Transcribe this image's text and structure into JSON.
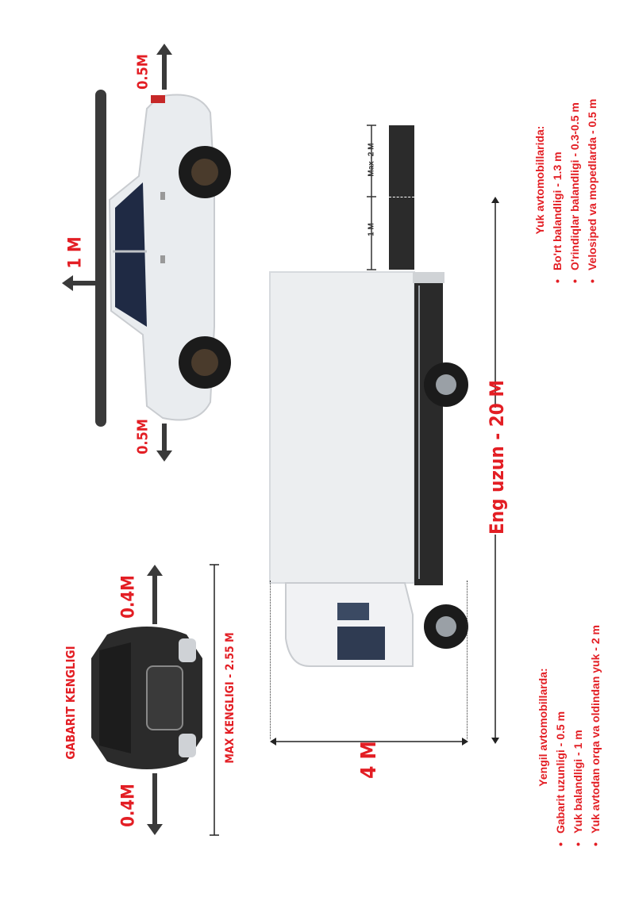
{
  "side_car": {
    "label_top": "0.5M",
    "label_bottom": "0.5M",
    "label_side": "1 M"
  },
  "front_car": {
    "label_title": "GABARIT KENGLIGI",
    "label_left": "0.4M",
    "label_right": "0.4M",
    "label_max": "MAX KENGLIGI - 2.55 M"
  },
  "truck": {
    "label_height": "4 M",
    "label_length": "Eng uzun - 20 M",
    "label_overhang": "1 M",
    "label_max_overhang": "Max -2 M"
  },
  "cars_info": {
    "title": "Yengil avtomobillarda:",
    "items": [
      "Gabarit uzunligi - 0.5 m",
      "Yuk balandligi - 1 m",
      "Yuk avtodan orqa va oldindan yuk - 2 m"
    ]
  },
  "trucks_info": {
    "title": "Yuk avtomobillarida:",
    "items": [
      "Bo'rt balandligi - 1.3 m",
      "O'rindiqlar balandligi - 0.3-0.5 m",
      "Velosiped va mopedlarda - 0.5 m"
    ]
  },
  "colors": {
    "accent": "#e31e24",
    "dark": "#3a3a3a"
  }
}
